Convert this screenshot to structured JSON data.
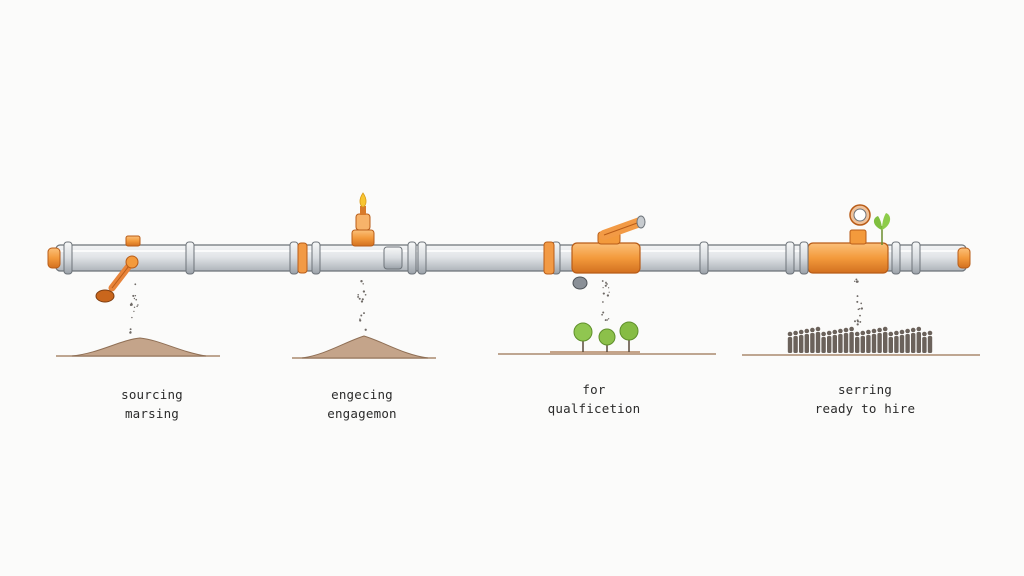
{
  "colors": {
    "pipe": "#e3e6e8",
    "pipe_shadow": "#b7bcc1",
    "pipe_outline": "#6d7379",
    "accent": "#f39a3c",
    "accent_dark": "#c9661c",
    "soil": "#b7977a",
    "tree": "#8cc04a",
    "people": "#6b625b",
    "ink": "#2b2b2b"
  },
  "stages": [
    {
      "line1": "sourcing",
      "line2": "marsing",
      "outcome": "mound",
      "fitting": "handle-valve"
    },
    {
      "line1": "engecing",
      "line2": "engagemon",
      "outcome": "mound",
      "fitting": "flame-valve"
    },
    {
      "line1": "for",
      "line2": "qualficetion",
      "outcome": "trees",
      "fitting": "telescope-valve"
    },
    {
      "line1": "serring",
      "line2": "ready to hire",
      "outcome": "people",
      "fitting": "gauge-valve"
    }
  ]
}
